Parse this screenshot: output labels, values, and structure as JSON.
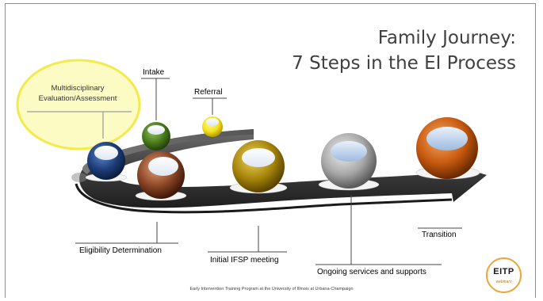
{
  "slide": {
    "title_line1": "Family Journey:",
    "title_line2": "7 Steps in the EI Process",
    "footer": "Early Intervention Training Program at the University of Illinois at Urbana-Champaign"
  },
  "steps": {
    "multidisciplinary_line1": "Multidisciplinary",
    "multidisciplinary_line2": "Evaluation/Assessment",
    "intake": "Intake",
    "referral": "Referral",
    "eligibility": "Eligibility Determination",
    "initial_ifsp": "Initial IFSP meeting",
    "ongoing": "Ongoing services and supports",
    "transition": "Transition"
  },
  "logo": {
    "text": "EITP",
    "subtext": "webinars"
  },
  "colors": {
    "callout_fill": "#fdfbc4",
    "callout_border": "#f3ea4b",
    "road": "#4a4a4a",
    "referral_ball": "#f4e21c",
    "intake_ball": "#4a7a1c",
    "evaluation_ball": "#1d3d78",
    "eligibility_ball": "#8a4525",
    "ifsp_ball": "#a8860c",
    "ongoing_ball": "#a9a9a9",
    "transition_ball": "#c85a10"
  }
}
